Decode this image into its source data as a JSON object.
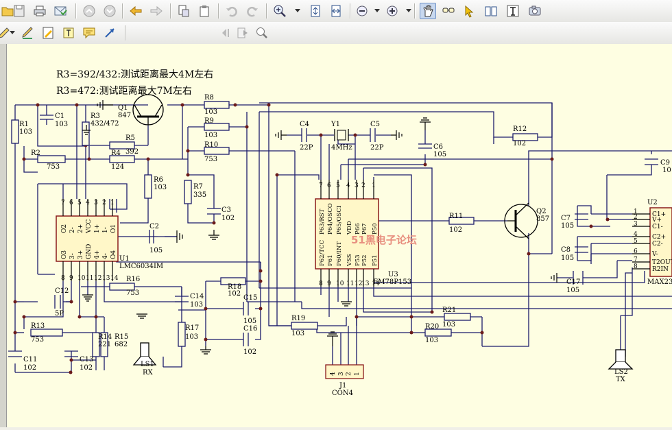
{
  "toolbar": {
    "icons": [
      "open-icon",
      "save-icon",
      "print-icon",
      "email-icon",
      "page-up-icon",
      "page-down-icon",
      "back-icon",
      "forward-icon",
      "copy-page-icon",
      "paste-page-icon",
      "undo-icon",
      "redo-icon",
      "zoom-in-icon",
      "fit-page-icon",
      "fit-width-icon",
      "zoom-out-icon",
      "zoom-plus-icon",
      "hand-tool-icon",
      "glasses-icon",
      "select-arrow-icon",
      "two-page-icon",
      "text-select-icon",
      "snapshot-icon"
    ]
  },
  "toolbar2": {
    "search_placeholder": "查找:"
  },
  "schematic": {
    "note1": "R3=392/432:测试距离最大4M左右",
    "note2": "R3=472:测试距离最大7M左右",
    "watermark": "51黑电子论坛",
    "labels": {
      "R1": "R1",
      "R1v": "103",
      "C1": "C1",
      "C1v": "103",
      "R3": "R3",
      "R3v": "432/472",
      "Q1": "Q1",
      "Q1v": "847",
      "R5": "R5",
      "R5v": "392",
      "R4": "R4",
      "R4v": "124",
      "R2": "R2",
      "R2v": "753",
      "R6": "R6",
      "R6v": "103",
      "R8": "R8",
      "R8v": "103",
      "R9": "R9",
      "R9v": "103",
      "R10": "R10",
      "R10v": "753",
      "R7": "R7",
      "R7v": "335",
      "C3": "C3",
      "C3v": "102",
      "C2": "C2",
      "C2v": "105",
      "U1": "U1",
      "U1v": "LMC6034IM",
      "C4": "C4",
      "C4v": "22P",
      "Y1": "Y1",
      "Y1v": "4MHz",
      "C5": "C5",
      "C5v": "22P",
      "C6": "C6",
      "C6v": "105",
      "R12": "R12",
      "R12v": "102",
      "C9": "C9",
      "C9v": "10",
      "R11": "R11",
      "R11v": "102",
      "Q2": "Q2",
      "Q2v": "857",
      "U3": "U3",
      "U3v": "EM78P153",
      "U2": "U2",
      "U2v": "MAX23",
      "C7": "C7",
      "C7v": "105",
      "C8": "C8",
      "C8v": "105",
      "C17": "C17",
      "C17v": "105",
      "C12": "C12",
      "C12v": "5P",
      "R16": "R16",
      "R16v": "753",
      "C14": "C14",
      "C14v": "103",
      "R18": "R18",
      "R18v": "102",
      "C15": "C15",
      "C15v": "105",
      "C16": "C16",
      "C16v": "102",
      "R13": "R13",
      "R13v": "753",
      "R14": "R14",
      "R14v": "221",
      "R15": "R15",
      "R15v": "682",
      "R17": "R17",
      "R17v": "103",
      "C11": "C11",
      "C11v": "102",
      "C13": "C13",
      "C13v": "102",
      "LS1": "LS1",
      "RX": "RX",
      "R19": "R19",
      "R19v": "103",
      "R21": "R21",
      "R21v": "103",
      "R20": "R20",
      "R20v": "103",
      "J1": "J1",
      "J1v": "CON4",
      "LS2": "LS2",
      "TX": "TX"
    },
    "u1_pins_top": [
      "7",
      "6",
      "5",
      "4",
      "3",
      "2",
      "1"
    ],
    "u1_pins_bottom": [
      "8",
      "9",
      "10",
      "11",
      "12",
      "13",
      "14"
    ],
    "u1_labels_top": [
      "O2",
      "2-",
      "2+",
      "VCC",
      "1+",
      "1-",
      "O1"
    ],
    "u1_labels_bottom": [
      "O3",
      "3-",
      "3+",
      "GND",
      "4+",
      "4-",
      "O4"
    ],
    "u3_pins_top": [
      "7",
      "6",
      "5",
      "4",
      "3",
      "2",
      "1"
    ],
    "u3_pins_bottom": [
      "8",
      "9",
      "10",
      "11",
      "12",
      "13",
      "14"
    ],
    "u3_labels_top": [
      "P63/RST",
      "P64/OSCO",
      "P65/OSCI",
      "VDD",
      "P66",
      "P67",
      "P50"
    ],
    "u3_labels_bottom": [
      "P62/TCC",
      "P61",
      "P60/INT",
      "VSS",
      "P53",
      "P52",
      "P51"
    ],
    "u2_pins": [
      "1",
      "2",
      "3",
      "4",
      "5",
      "6",
      "7",
      "8"
    ],
    "u2_labels": [
      "C1+",
      "V+",
      "C1-",
      "C2+",
      "C2-",
      "V-",
      "T2OUT",
      "R2IN"
    ],
    "j1_pins": [
      "4",
      "3",
      "2",
      "1"
    ]
  }
}
